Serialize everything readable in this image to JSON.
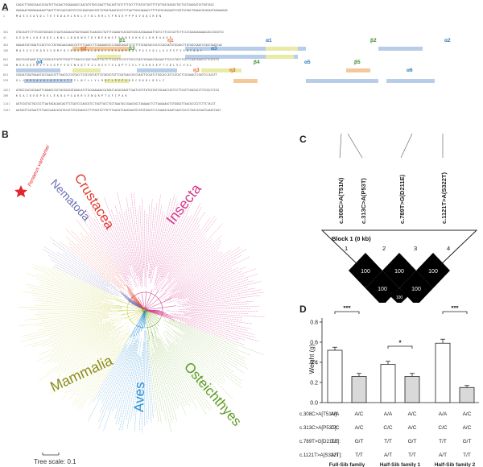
{
  "panels": {
    "a": "A",
    "b": "B",
    "c": "C",
    "d": "D"
  },
  "panelA": {
    "dna_lines": [
      {
        "num": "1",
        "seq": "CAGACTTAGGCGAACGCGATGTTACAACTGGAAAAGCCAATATGTGGCGAATTTACAGTTATCTTTGCCTTTATGCTGGTTTTATTGATAGGGCTGCTGCTGAGGATGCTGGTAGC"
      },
      {
        "num": "121",
        "seq": "GAGAAATGGGGAAAAAGTTAATTTGCCAGCGATGTCCGCAAGCAGCGGTTATGATAAATGCGTCTTAATTGACAAAACCTTTTATGCAAGAGTCCGGTGCGACTGAAACGCAGAGTGGAAAGAG"
      },
      {
        "num": "1",
        "seq": "M A S S S A V D L T E T E D A R L K K L V Y D L R H L V F R G E P P P S V Q Q I R E N"
      },
      {
        "num": "361",
        "seq": "GTGCAGTTCTTTCGGTGGCAGCCTAATCAGAACATGATGGAGCTCAAGGCCTATTTCAAGATCACGGTCGGCACGAAGAATTATCCTTCGCCATTCTTCCCCGAGAAGAAACAGCCGCGTCC"
      },
      {
        "num": "41",
        "seq": "G E Q M L S K E Q Q E L K N L L D Q K W K T K Y N E R W S F V H R E G H K E L K R E A A E F"
      },
      {
        "num": "481",
        "seq": "GAGAATATCGGATCCATCTCCTATGGCAACAAGCCGTTTTCAGCCTTCAAGAGCGCCCGAGCAGATCCTCTTTGCGATACCGCCCCACGATGTGCAGCTTATGGCGAATCCGGCGAGCCAC"
      },
      {
        "num": "105",
        "seq": "M A S S S C R Q R V V D M F D I M D G Q V K L Q K S C S K S A N R L A V P S V S Q L L V V P S F V S R C Q A Y"
      },
      {
        "num": "661",
        "seq": "GGCCGCATAAGCTTCCCCGGCATCATGTTGATTTTGACGCCGGCTGAGTTGCTCTTCGCGTCCGTCTGCCCGATCGCAAGCGACAACTTGCCCTGCCTGCTCCAGCAGATCCTCGTCTG"
      },
      {
        "num": "145",
        "seq": "N S K Q E E M V F V S G P F V D Y N V Q T E I L H V V T S L Q P F I V L Y G K K S E P T V D L V C V G L"
      },
      {
        "num": "841",
        "seq": "CGGAATGGATGAAATACCGAACGTTTAACGCCCGTACCTCGCCGGTATTCGTACGGTGTTCGATAACCGCCGAGTTGCGATCTGGCACCATCCGCGCTCGCAAACCCGATCCCAGCTT"
      },
      {
        "num": "229",
        "seq": "G L L D K V A V Q C Q E F R Y T P I L N Y L L V L R D F L P E P V Q E C R K H L D S L F"
      },
      {
        "num": "1021",
        "seq": "ATGGCCACCGCGAATTCAGAGCCGCTACGGGCGTAGACATCTGCGAAAAACCATAATCACGCGAATTCAATCGTCTATCGTATCGCAACCGCTCCTTCATTCGGCACCTTCCGCCTCCG"
      },
      {
        "num": "289",
        "seq": "K G A C K E D P D E L E K D A P G A R R S E N Q R P T A F I P A K"
      },
      {
        "num": "1141",
        "seq": "AGTCGGTGCTGCCGCTTAATAGACAGCAGTTCTGATCCGAGCGTCCTAGTTACCTGCTGAATACCGAACGGCTAAAAACTCTTAAGAAACTGTGGGGTTAACGCCGCTCTTCTACCT"
      },
      {
        "num": "1261",
        "seq": "AATAGTTCATAATTTTGACCAAACATATGCATTGTATAAGCCTTTTGATATTTGTTTAACATCAAGCAATGTGTGTGGATCCCCAAGATAAATCAATCACCCTGGCATAATCAAATCGAT"
      }
    ],
    "ss_labels": [
      "β1",
      "η1",
      "α1",
      "β2",
      "η2",
      "β3",
      "α3",
      "β4",
      "α2",
      "α4",
      "η3",
      "α5",
      "β5",
      "α6",
      "η3"
    ]
  },
  "panelB": {
    "clades": [
      "Insecta",
      "Crustacea",
      "Nematoda",
      "Mammalia",
      "Aves",
      "Osteichthyes"
    ],
    "species_label": "Penaeus vannamei",
    "scale_label": "Tree scale: 0.1",
    "colors": {
      "Insecta": "#d6368a",
      "Crustacea": "#e13a2e",
      "Nematoda": "#6b6fb3",
      "Mammalia": "#c6cf3a",
      "Aves": "#2a8fd6",
      "Osteichthyes": "#7cb33a"
    }
  },
  "panelC": {
    "snps": [
      "c.308C>A(T51N)",
      "c.313C>A(P53T)",
      "c.789T>G(D211E)",
      "c.1121T>A(S322T)"
    ],
    "block_label": "Block 1 (0 kb)",
    "marker_numbers": [
      "1",
      "2",
      "3",
      "4"
    ],
    "ld_values": [
      "100",
      "100",
      "100",
      "100",
      "100",
      "100"
    ]
  },
  "panelD": {
    "ylabel": "Weight (g)",
    "yticks": [
      "0.0",
      "0.2",
      "0.4",
      "0.6",
      "0.8"
    ],
    "significance": [
      "***",
      "*",
      "***"
    ],
    "snp_rows": [
      "c.308C>A[T51N]:",
      "c.313C>A[P53T]:",
      "c.789T>G[D211E]:",
      "c.1121T>A[S322T]:"
    ],
    "families": [
      {
        "name": "Full-Sib family",
        "genotypes": [
          [
            "A/A",
            "A/C"
          ],
          [
            "C/C",
            "A/C"
          ],
          [
            "T/T",
            "G/T"
          ],
          [
            "A/T",
            "T/T"
          ]
        ]
      },
      {
        "name": "Half-Sib family 1",
        "genotypes": [
          [
            "A/A",
            "A/C"
          ],
          [
            "C/C",
            "A/C"
          ],
          [
            "T/T",
            "G/T"
          ],
          [
            "A/T",
            "T/T"
          ]
        ]
      },
      {
        "name": "Half-Sib family 2",
        "genotypes": [
          [
            "A/A",
            "A/C"
          ],
          [
            "C/C",
            "A/C"
          ],
          [
            "T/T",
            "G/T"
          ],
          [
            "A/T",
            "T/T"
          ]
        ]
      }
    ]
  },
  "chart_data": {
    "type": "bar",
    "categories": [
      "Full-Sib family A/A",
      "Full-Sib family A/C",
      "Half-Sib family 1 A/A",
      "Half-Sib family 1 A/C",
      "Half-Sib family 2 A/A",
      "Half-Sib family 2 A/C"
    ],
    "series": [
      {
        "values": [
          0.52,
          0.26,
          0.38,
          0.26,
          0.59,
          0.15
        ]
      }
    ],
    "errors": [
      0.03,
      0.03,
      0.03,
      0.03,
      0.04,
      0.02
    ],
    "ylabel": "Weight (g)",
    "ylim": [
      0,
      0.8
    ],
    "fills": [
      "#ffffff",
      "#d9d9d9",
      "#ffffff",
      "#d9d9d9",
      "#ffffff",
      "#d9d9d9"
    ]
  }
}
